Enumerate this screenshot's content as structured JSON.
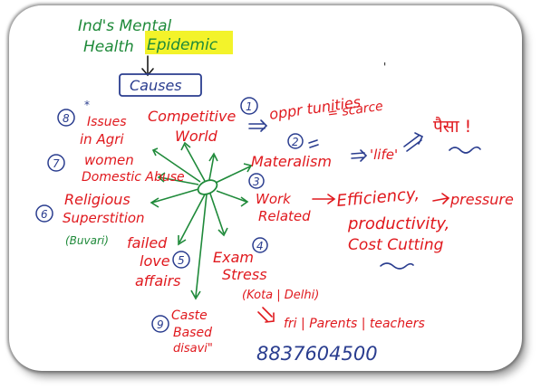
{
  "title": {
    "line1": "Ind's Mental",
    "line2a": "Health",
    "line2b": "Epidemic"
  },
  "causes_box": "Causes",
  "causes": [
    {
      "num": "1",
      "label": "Competitive",
      "label2": "World"
    },
    {
      "num": "2",
      "label": "Materalism"
    },
    {
      "num": "3",
      "label": "Work",
      "label2": "Related"
    },
    {
      "num": "4",
      "label": "Exam",
      "label2": "Stress"
    },
    {
      "num": "5",
      "label": "failed",
      "label2": "love",
      "label3": "affairs"
    },
    {
      "num": "6",
      "label": "Religious",
      "label2": "Superstition"
    },
    {
      "num": "7",
      "label": "women",
      "label2": "Domestic Abuse"
    },
    {
      "num": "8",
      "label": "Issues",
      "label2": "in Agri"
    },
    {
      "num": "9",
      "label": "Caste",
      "label2": "Based",
      "label3": "disavi\""
    }
  ],
  "notes": {
    "opportunities": "oppr tunities",
    "scarce": "= scarce",
    "life": "'life'",
    "paisa": "पैसा !",
    "efficiency": "Efficiency,",
    "productivity": "productivity,",
    "cost_cutting": "Cost Cutting",
    "pressure": "pressure",
    "buvari": "(Buvari)",
    "kota_delhi": "(Kota | Delhi)",
    "parents": "fri | Parents | teachers",
    "phone": "8837604500"
  },
  "colors": {
    "green": "#1f8a3a",
    "red": "#e0191e",
    "blue": "#2a3d8f",
    "highlight": "#f3f32a"
  }
}
